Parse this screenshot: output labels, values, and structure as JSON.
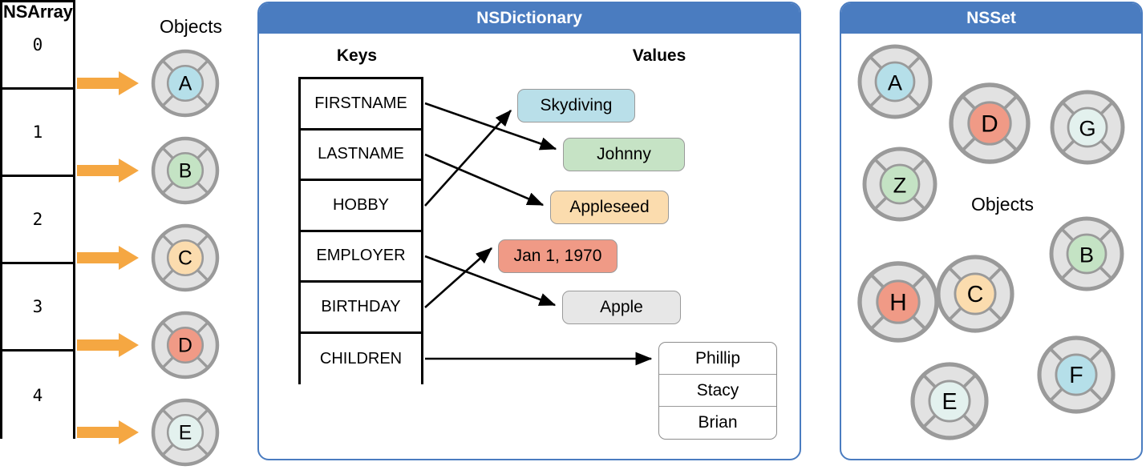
{
  "colors": {
    "panel_blue": "#4a7cc0",
    "arrow_orange": "#f5a742",
    "ring_fill": "#e2e2e2",
    "ring_stroke": "#9a9a9a",
    "blue_obj": "#b5dfe9",
    "green_obj": "#c4e3c4",
    "orange_obj": "#fbdcae",
    "red_obj": "#f09a86",
    "pale_obj": "#e3f1ee",
    "skydiving_bg": "#b9dfe9",
    "johnny_bg": "#c6e3c5",
    "appleseed_bg": "#fbdcae",
    "birthday_bg": "#f09a86",
    "apple_bg": "#e7e7e7"
  },
  "nsarray": {
    "title": "NSArray",
    "objects_label": "Objects",
    "indices": [
      "0",
      "1",
      "2",
      "3",
      "4"
    ],
    "objects": [
      {
        "letter": "A",
        "color": "#b5dfe9"
      },
      {
        "letter": "B",
        "color": "#c4e3c4"
      },
      {
        "letter": "C",
        "color": "#fbdcae"
      },
      {
        "letter": "D",
        "color": "#f09a86"
      },
      {
        "letter": "E",
        "color": "#e3f1ee"
      }
    ]
  },
  "nsdictionary": {
    "title": "NSDictionary",
    "keys_header": "Keys",
    "values_header": "Values",
    "keys": [
      "FIRSTNAME",
      "LASTNAME",
      "HOBBY",
      "EMPLOYER",
      "BIRTHDAY",
      "CHILDREN"
    ],
    "values": [
      {
        "text": "Skydiving",
        "color": "#b9dfe9"
      },
      {
        "text": "Johnny",
        "color": "#c6e3c5"
      },
      {
        "text": "Appleseed",
        "color": "#fbdcae"
      },
      {
        "text": "Jan 1, 1970",
        "color": "#f09a86"
      },
      {
        "text": "Apple",
        "color": "#e7e7e7"
      }
    ],
    "children": [
      "Phillip",
      "Stacy",
      "Brian"
    ]
  },
  "nsset": {
    "title": "NSSet",
    "objects_label": "Objects",
    "objects": [
      {
        "letter": "A",
        "color": "#b5dfe9"
      },
      {
        "letter": "D",
        "color": "#f09a86"
      },
      {
        "letter": "G",
        "color": "#e3f1ee"
      },
      {
        "letter": "Z",
        "color": "#c4e3c4"
      },
      {
        "letter": "B",
        "color": "#c4e3c4"
      },
      {
        "letter": "H",
        "color": "#f09a86"
      },
      {
        "letter": "C",
        "color": "#fbdcae"
      },
      {
        "letter": "F",
        "color": "#b5dfe9"
      },
      {
        "letter": "E",
        "color": "#e3f1ee"
      }
    ]
  }
}
